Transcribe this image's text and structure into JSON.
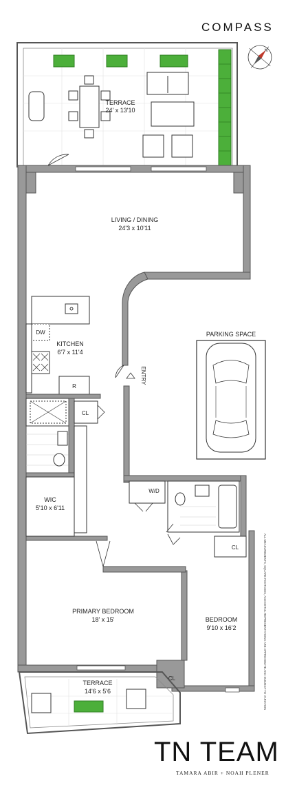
{
  "brand": {
    "company": "COMPASS",
    "team_name": "TN TEAM",
    "agents": "TAMARA ABIR + NOAH PLENER"
  },
  "compass_rose": {
    "label": "N",
    "icon": "compass-rose-icon"
  },
  "rooms": {
    "terrace_top": {
      "name": "TERRACE",
      "size": "24' x 13'10"
    },
    "living_dining": {
      "name": "LIVING / DINING",
      "size": "24'3 x 10'11"
    },
    "kitchen": {
      "name": "KITCHEN",
      "size": "6'7 x 11'4"
    },
    "wic": {
      "name": "WIC",
      "size": "5'10 x 6'11"
    },
    "primary_bedroom": {
      "name": "PRIMARY BEDROOM",
      "size": "18' x 15'"
    },
    "bedroom": {
      "name": "BEDROOM",
      "size": "9'10 x 16'2"
    },
    "terrace_bottom": {
      "name": "TERRACE",
      "size": "14'6 x 5'6"
    },
    "parking": {
      "name": "PARKING SPACE"
    }
  },
  "fixtures": {
    "dishwasher": "DW",
    "refrigerator": "R",
    "closet": "CL",
    "washer_dryer": "W/D",
    "entry": "ENTRY"
  },
  "disclaimer": "ALL MEASUREMENTS, SQUARE FOOTAGES, AND DETAIL REPRESENTATIONS ARE APPROXIMATE AND SUBJECT TO VARIATION",
  "colors": {
    "wall": "#999999",
    "wall_stroke": "#555555",
    "line": "#333333",
    "planter": "#4caf3a",
    "compass_needle": "#c0392b"
  }
}
